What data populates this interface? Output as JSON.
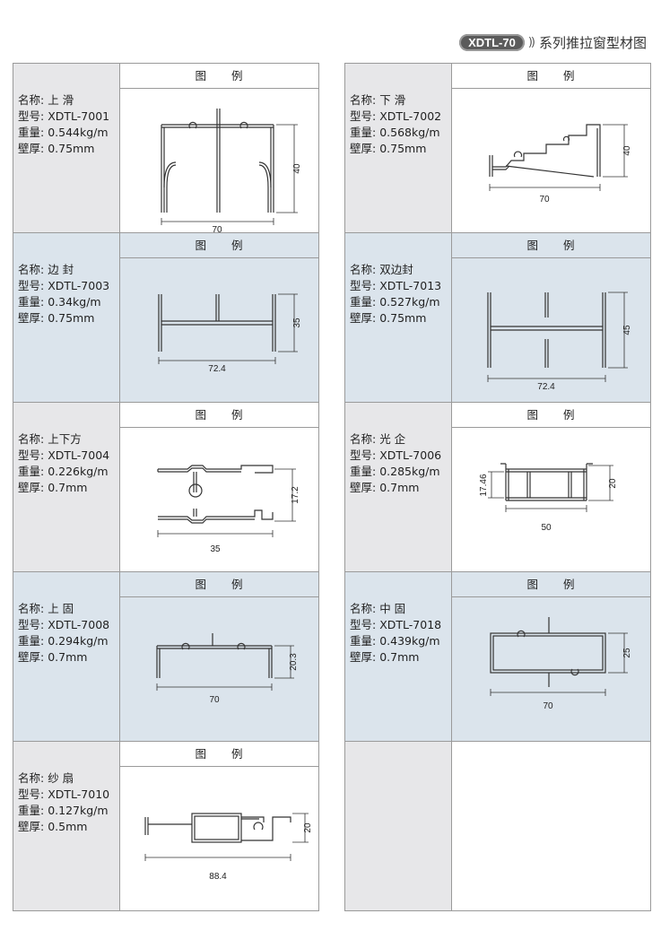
{
  "header": {
    "badge": "XDTL-70",
    "chevrons": "))",
    "title": "系列推拉窗型材图"
  },
  "legend_label": "图 例",
  "labels": {
    "name": "名称:",
    "model": "型号:",
    "weight": "重量:",
    "thickness": "壁厚:"
  },
  "left": [
    {
      "name": "上 滑",
      "model": "XDTL-7001",
      "weight": "0.544kg/m",
      "thickness": "0.75mm",
      "dim_w": "70",
      "dim_h": "40"
    },
    {
      "name": "边 封",
      "model": "XDTL-7003",
      "weight": "0.34kg/m",
      "thickness": "0.75mm",
      "dim_w": "72.4",
      "dim_h": "35"
    },
    {
      "name": "上下方",
      "model": "XDTL-7004",
      "weight": "0.226kg/m",
      "thickness": "0.7mm",
      "dim_w": "35",
      "dim_h": "17.2"
    },
    {
      "name": "上 固",
      "model": "XDTL-7008",
      "weight": "0.294kg/m",
      "thickness": "0.7mm",
      "dim_w": "70",
      "dim_h": "20.3"
    },
    {
      "name": "纱 扇",
      "model": "XDTL-7010",
      "weight": "0.127kg/m",
      "thickness": "0.5mm",
      "dim_w": "88.4",
      "dim_h": "20"
    }
  ],
  "right": [
    {
      "name": "下 滑",
      "model": "XDTL-7002",
      "weight": "0.568kg/m",
      "thickness": "0.75mm",
      "dim_w": "70",
      "dim_h": "40"
    },
    {
      "name": "双边封",
      "model": "XDTL-7013",
      "weight": "0.527kg/m",
      "thickness": "0.75mm",
      "dim_w": "72.4",
      "dim_h": "45"
    },
    {
      "name": "光 企",
      "model": "XDTL-7006",
      "weight": "0.285kg/m",
      "thickness": "0.7mm",
      "dim_w": "50",
      "dim_h": "20",
      "dim_h2": "17.46"
    },
    {
      "name": "中 固",
      "model": "XDTL-7018",
      "weight": "0.439kg/m",
      "thickness": "0.7mm",
      "dim_w": "70",
      "dim_h": "25"
    }
  ],
  "colors": {
    "gray_cell": "#e7e7e9",
    "blue_cell": "#dbe4ec",
    "border": "#9a9a9a",
    "badge": "#5b5b5b"
  }
}
